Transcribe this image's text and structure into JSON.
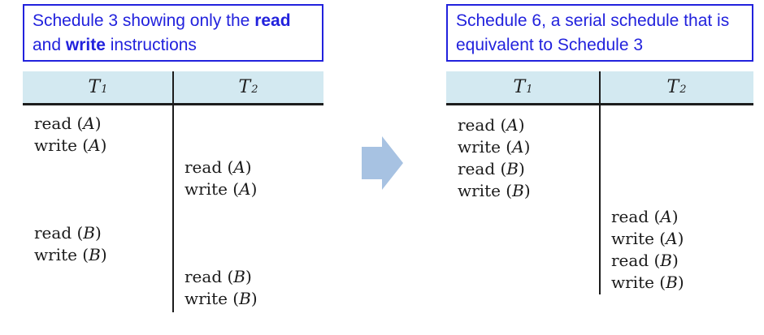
{
  "colors": {
    "caption_blue": "#2222dd",
    "header_band": "#d3e9f1",
    "rule_dark": "#1c1c1c",
    "text_dark": "#1a1a1a",
    "arrow_fill": "#a7c2e2",
    "background": "#ffffff"
  },
  "arrow": {
    "semantic": "transform-right-arrow",
    "fill": "#a7c2e2"
  },
  "panels": [
    {
      "id": "schedule-3",
      "title_segments": [
        {
          "text": "Schedule 3 showing only the ",
          "bold": false
        },
        {
          "text": "read",
          "bold": true
        },
        {
          "br": true
        },
        {
          "text": "and ",
          "bold": false
        },
        {
          "text": "write",
          "bold": true
        },
        {
          "text": " instructions",
          "bold": false
        }
      ],
      "columns": [
        {
          "name": "T",
          "sub": "1"
        },
        {
          "name": "T",
          "sub": "2"
        }
      ],
      "rows": [
        {
          "col": 0,
          "op": "read",
          "obj": "A"
        },
        {
          "col": 0,
          "op": "write",
          "obj": "A"
        },
        {
          "col": 1,
          "op": "read",
          "obj": "A"
        },
        {
          "col": 1,
          "op": "write",
          "obj": "A"
        },
        {
          "col": null
        },
        {
          "col": 0,
          "op": "read",
          "obj": "B"
        },
        {
          "col": 0,
          "op": "write",
          "obj": "B"
        },
        {
          "col": 1,
          "op": "read",
          "obj": "B"
        },
        {
          "col": 1,
          "op": "write",
          "obj": "B"
        }
      ]
    },
    {
      "id": "schedule-6",
      "title_segments": [
        {
          "text": "Schedule 6, a serial schedule that is",
          "bold": false
        },
        {
          "br": true
        },
        {
          "text": "equivalent to Schedule 3",
          "bold": false
        }
      ],
      "columns": [
        {
          "name": "T",
          "sub": "1"
        },
        {
          "name": "T",
          "sub": "2"
        }
      ],
      "rows": [
        {
          "col": 0,
          "op": "read",
          "obj": "A"
        },
        {
          "col": 0,
          "op": "write",
          "obj": "A"
        },
        {
          "col": 0,
          "op": "read",
          "obj": "B"
        },
        {
          "col": 0,
          "op": "write",
          "obj": "B"
        },
        {
          "col": null,
          "h": 5
        },
        {
          "col": 1,
          "op": "read",
          "obj": "A"
        },
        {
          "col": 1,
          "op": "write",
          "obj": "A"
        },
        {
          "col": 1,
          "op": "read",
          "obj": "B"
        },
        {
          "col": 1,
          "op": "write",
          "obj": "B"
        }
      ]
    }
  ]
}
